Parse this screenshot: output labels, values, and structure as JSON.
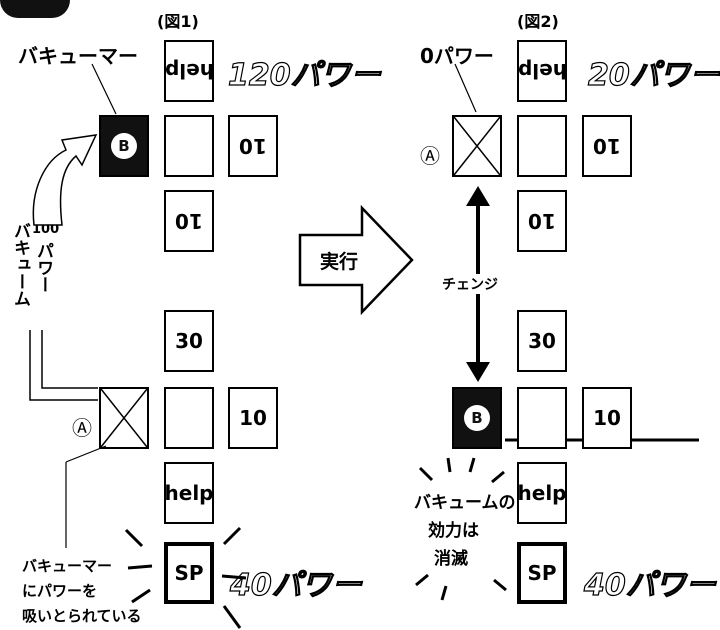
{
  "fig1": {
    "title": "(図1)",
    "vacuumer_label": "バキューマー",
    "power": "120パワー",
    "card_top": "help",
    "card_b": "B",
    "card_r1": "10",
    "card_c2": "10",
    "card_30": "30",
    "card_10": "10",
    "card_help": "help",
    "card_sp": "SP",
    "marker_a": "Ⓐ",
    "arrow_text": "バキューム",
    "arrow_number": "100",
    "arrow_unit": "パワー",
    "note": [
      "バキューマー",
      "にパワーを",
      "吸いとられている"
    ],
    "sp_power": "40パワー"
  },
  "action": {
    "label": "実行"
  },
  "fig2": {
    "title": "(図2)",
    "zero_label": "0パワー",
    "power": "20パワー",
    "card_top": "help",
    "card_r1": "10",
    "card_c2": "10",
    "card_30": "30",
    "card_b": "B",
    "card_10": "10",
    "card_help": "help",
    "card_sp": "SP",
    "marker_a": "Ⓐ",
    "change_label": "チェンジ",
    "note": [
      "バキュームの",
      "効力は",
      "消滅"
    ],
    "sp_power": "40パワー"
  }
}
